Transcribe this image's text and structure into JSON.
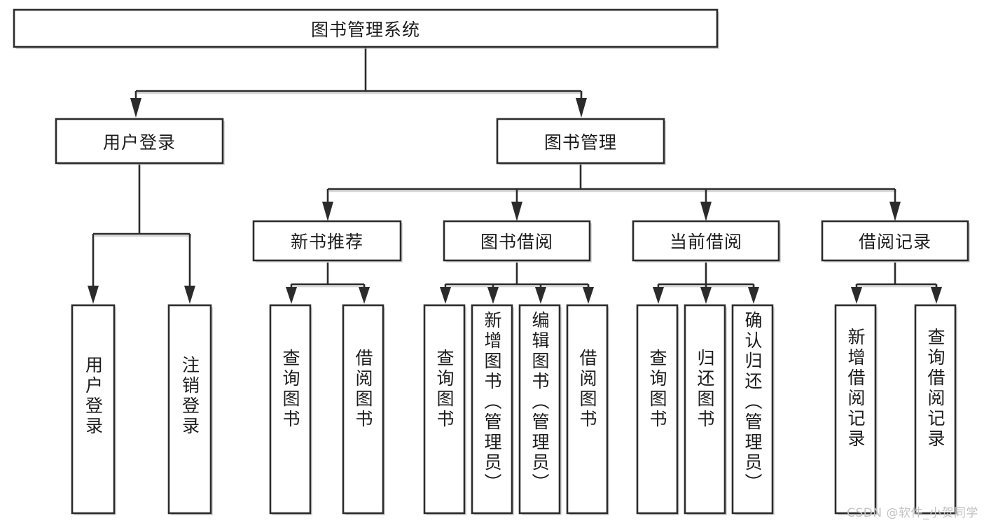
{
  "diagram": {
    "title": "图书管理系统",
    "type": "tree",
    "watermark": "CSDN @软件_小贺同学",
    "colors": {
      "stroke": "#2b2b2b",
      "fill": "#ffffff",
      "background": "#ffffff",
      "shadow": "#bdbdbd",
      "watermark": "#c2c2c2"
    },
    "root": {
      "label": "图书管理系统"
    },
    "level2": [
      {
        "label": "用户登录"
      },
      {
        "label": "图书管理"
      }
    ],
    "level3": [
      {
        "label": "新书推荐"
      },
      {
        "label": "图书借阅"
      },
      {
        "label": "当前借阅"
      },
      {
        "label": "借阅记录"
      }
    ],
    "leaves": {
      "user_login": [
        {
          "label": "用户登录"
        },
        {
          "label": "注销登录"
        }
      ],
      "new_book_recommend": [
        {
          "label": "查询图书"
        },
        {
          "label": "借阅图书"
        }
      ],
      "book_borrow": [
        {
          "label": "查询图书"
        },
        {
          "label": "新增图书（管理员）"
        },
        {
          "label": "编辑图书（管理员）"
        },
        {
          "label": "借阅图书"
        }
      ],
      "current_borrow": [
        {
          "label": "查询图书"
        },
        {
          "label": "归还图书"
        },
        {
          "label": "确认归还（管理员）"
        }
      ],
      "borrow_record": [
        {
          "label": "新增借阅记录"
        },
        {
          "label": "查询借阅记录"
        }
      ]
    }
  }
}
